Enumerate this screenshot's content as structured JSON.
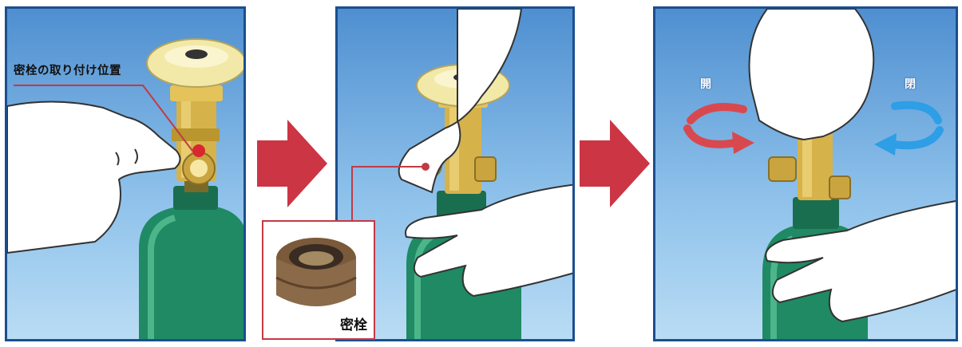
{
  "panels": [
    {
      "label": "密栓の取り付け位置"
    },
    {
      "label": "密栓"
    },
    {
      "open_label": "開",
      "close_label": "閉"
    }
  ],
  "colors": {
    "sky_top": "#4f8fd0",
    "sky_bottom": "#b9dcf4",
    "panel_border": "#1b4f8f",
    "arrow": "#cc3544",
    "cylinder": "#1f8a63",
    "brass": "#d6b24a",
    "knob": "#f2e9a8",
    "open_arrow": "#d8494f",
    "close_arrow": "#2e9ee6",
    "callout": "#c23a44"
  },
  "icons": [
    "hand-icon",
    "valve-icon",
    "cylinder-icon",
    "cap-icon",
    "rotate-arrow-icon"
  ]
}
